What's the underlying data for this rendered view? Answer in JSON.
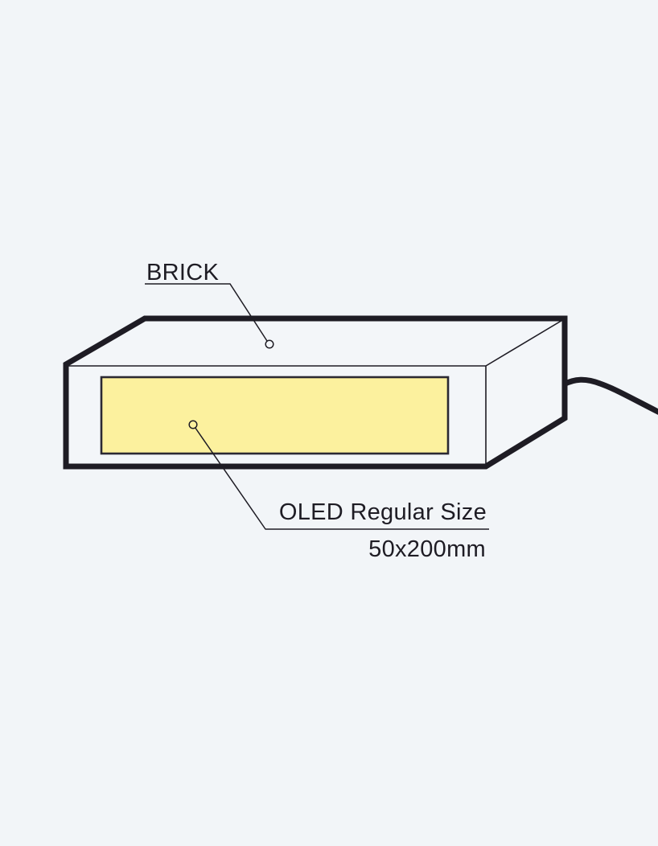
{
  "scene": {
    "background_color": "#F2F5F8",
    "outline_color": "#1E1C24",
    "face_color": "#F3F6F9"
  },
  "device": {
    "label": "BRICK",
    "oled_panel": {
      "label_line1": "OLED Regular Size",
      "label_line2": "50x200mm",
      "fill_color": "#FCF19E",
      "border_color": "#2B2933"
    }
  }
}
